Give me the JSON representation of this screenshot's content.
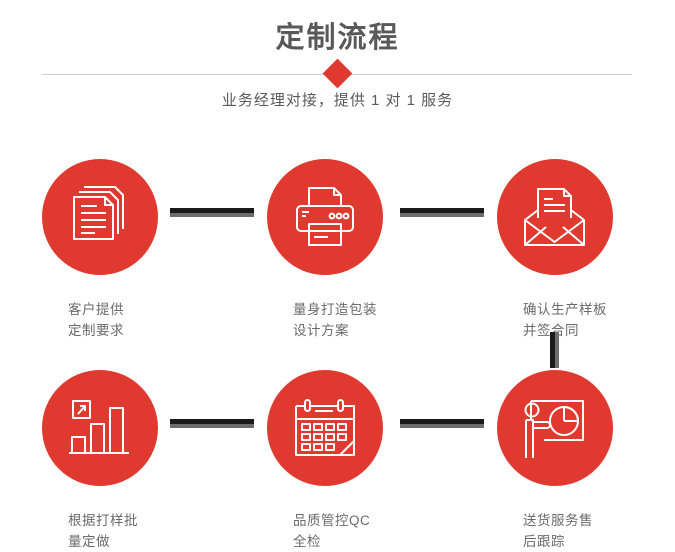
{
  "header": {
    "title": "定制流程",
    "subtitle": "业务经理对接，提供 1 对 1 服务",
    "accent_color": "#e0392f",
    "title_color": "#595959",
    "divider_color": "#cfcfcf",
    "diamond_icon": "diamond-icon"
  },
  "steps": [
    {
      "index": "1",
      "icon": "documents-stack-icon",
      "caption": "客户提供\n定制要求"
    },
    {
      "index": "2",
      "icon": "printer-icon",
      "caption": "量身打造包装\n设计方案"
    },
    {
      "index": "3",
      "icon": "envelope-letter-icon",
      "caption": "确认生产样板\n并签合同"
    },
    {
      "index": "4",
      "icon": "bar-chart-growth-icon",
      "caption": "根据打样批\n量定做"
    },
    {
      "index": "5",
      "icon": "calendar-icon",
      "caption": "品质管控QC\n全检"
    },
    {
      "index": "6",
      "icon": "presenter-pie-chart-icon",
      "caption": "送货服务售\n后跟踪"
    }
  ],
  "connectors": {
    "dark_color": "#1a1a1a",
    "grey_color": "#6d6d6d",
    "names": [
      "connector-step1-step2",
      "connector-step2-step3",
      "connector-step4-step5",
      "connector-step5-step6",
      "connector-step3-step6-vertical"
    ]
  },
  "colors": {
    "circle_red": "#e0392f",
    "caption_grey": "#6b6b6b",
    "background": "#ffffff"
  }
}
